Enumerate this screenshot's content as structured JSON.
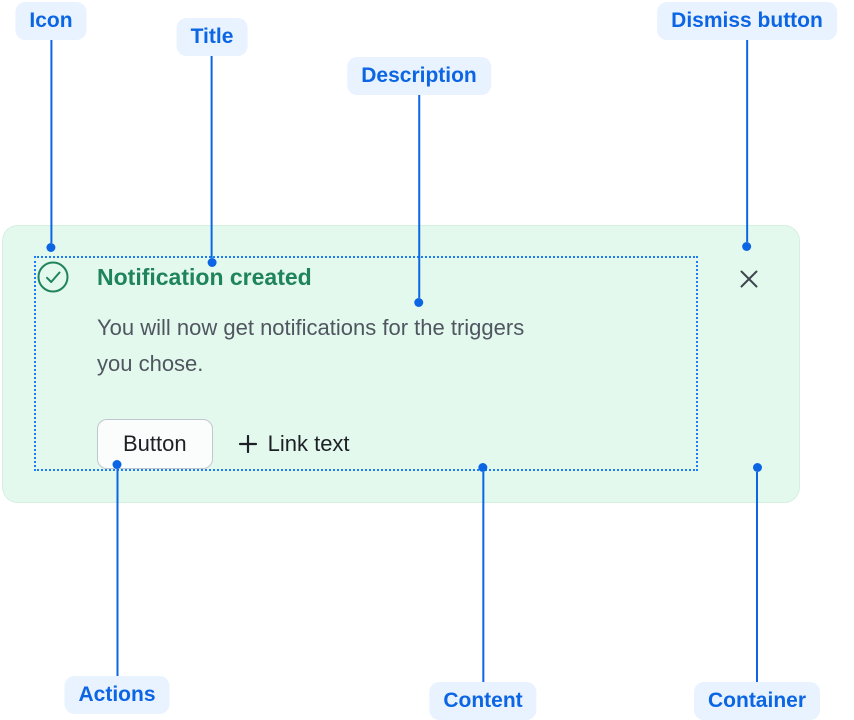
{
  "annotations": {
    "icon": {
      "label": "Icon"
    },
    "title": {
      "label": "Title"
    },
    "description": {
      "label": "Description"
    },
    "dismiss": {
      "label": "Dismiss button"
    },
    "actions": {
      "label": "Actions"
    },
    "content": {
      "label": "Content"
    },
    "container": {
      "label": "Container"
    }
  },
  "notification": {
    "icon": "check-circle-icon",
    "title": "Notification created",
    "description_lines": [
      "You will now get notifications for the triggers",
      "you chose."
    ],
    "actions": {
      "button_label": "Button",
      "link_icon": "plus-icon",
      "link_label": "Link text"
    },
    "dismiss_icon": "close-icon"
  },
  "colors": {
    "annotation_accent": "#0C66E4",
    "annotation_pill_bg": "#E9F2FF",
    "card_bg": "#E4F9EE",
    "content_outline": "#1D7AFC",
    "success_green": "#1F845A",
    "description_text": "#4F5660",
    "action_text": "#1D2125"
  }
}
